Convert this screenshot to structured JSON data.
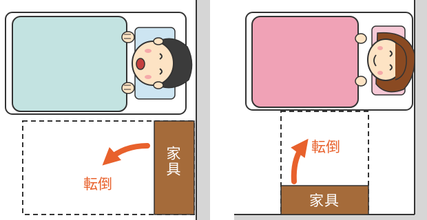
{
  "colors": {
    "wall": "#d6d6d6",
    "furniture": "#a56b3a",
    "arrow": "#e8612c",
    "blanket_left": "#c3e3e1",
    "blanket_right": "#f0a2b6",
    "pillow_left": "#cde5f2",
    "pillow_right": "#f6c9d6",
    "hair_left": "#3b3b3b",
    "hair_right": "#8a4a22",
    "skin": "#fde3c4",
    "outline": "#333333"
  },
  "left_panel": {
    "fall_label": "転倒",
    "furniture_label": "家具",
    "icons": [
      "wall-icon",
      "bed-icon",
      "sleeping-boy-icon",
      "dashed-fall-area",
      "curved-arrow-icon"
    ]
  },
  "right_panel": {
    "fall_label": "転倒",
    "furniture_label": "家具",
    "icons": [
      "wall-icon",
      "bed-icon",
      "sleeping-girl-icon",
      "dashed-fall-area",
      "curved-arrow-icon"
    ]
  }
}
